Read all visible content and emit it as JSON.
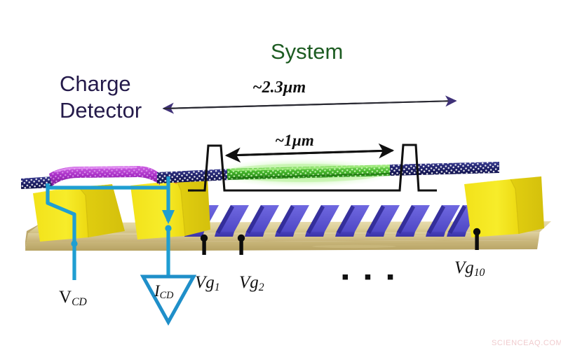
{
  "figure": {
    "title_system": "System",
    "title_charge_detector_line1": "Charge",
    "title_charge_detector_line2": "Detector",
    "dimension_system": "~2.3µm",
    "dimension_well": "~1µm",
    "label_vcd_main": "V",
    "label_vcd_sub": "CD",
    "label_icd_main": "I",
    "label_icd_sub": "CD",
    "label_vg1_main": "Vg",
    "label_vg1_sub": "1",
    "label_vg2_main": "Vg",
    "label_vg2_sub": "2",
    "label_vg10_main": "Vg",
    "label_vg10_sub": "10",
    "ellipsis": "▪ ▪ ▪",
    "watermark": "SCIENCEAQ.COM"
  },
  "colors": {
    "system_green": "#1d5c22",
    "charge_detector_purple": "#241a4a",
    "arrow_purple": "#3f3178",
    "nanotube_dark_blue": "#1b1d5e",
    "nanotube_purple": "#a02bbd",
    "nanotube_green": "#2fa81f",
    "electrode_yellow": "#f5e516",
    "gate_blue": "#4b45c4",
    "substrate_tan": "#ddd09a",
    "wire_cyan": "#1f9ed2",
    "barrier_black": "#121212"
  },
  "structure": {
    "gate_count": 10,
    "contact_pin_labels": [
      "Vg1",
      "Vg2",
      "Vg10"
    ],
    "electrode_count": 3,
    "nanotube_segments": [
      "charge-detector-purple",
      "dark-blue-spacer",
      "system-green",
      "dark-blue-spacer"
    ]
  }
}
